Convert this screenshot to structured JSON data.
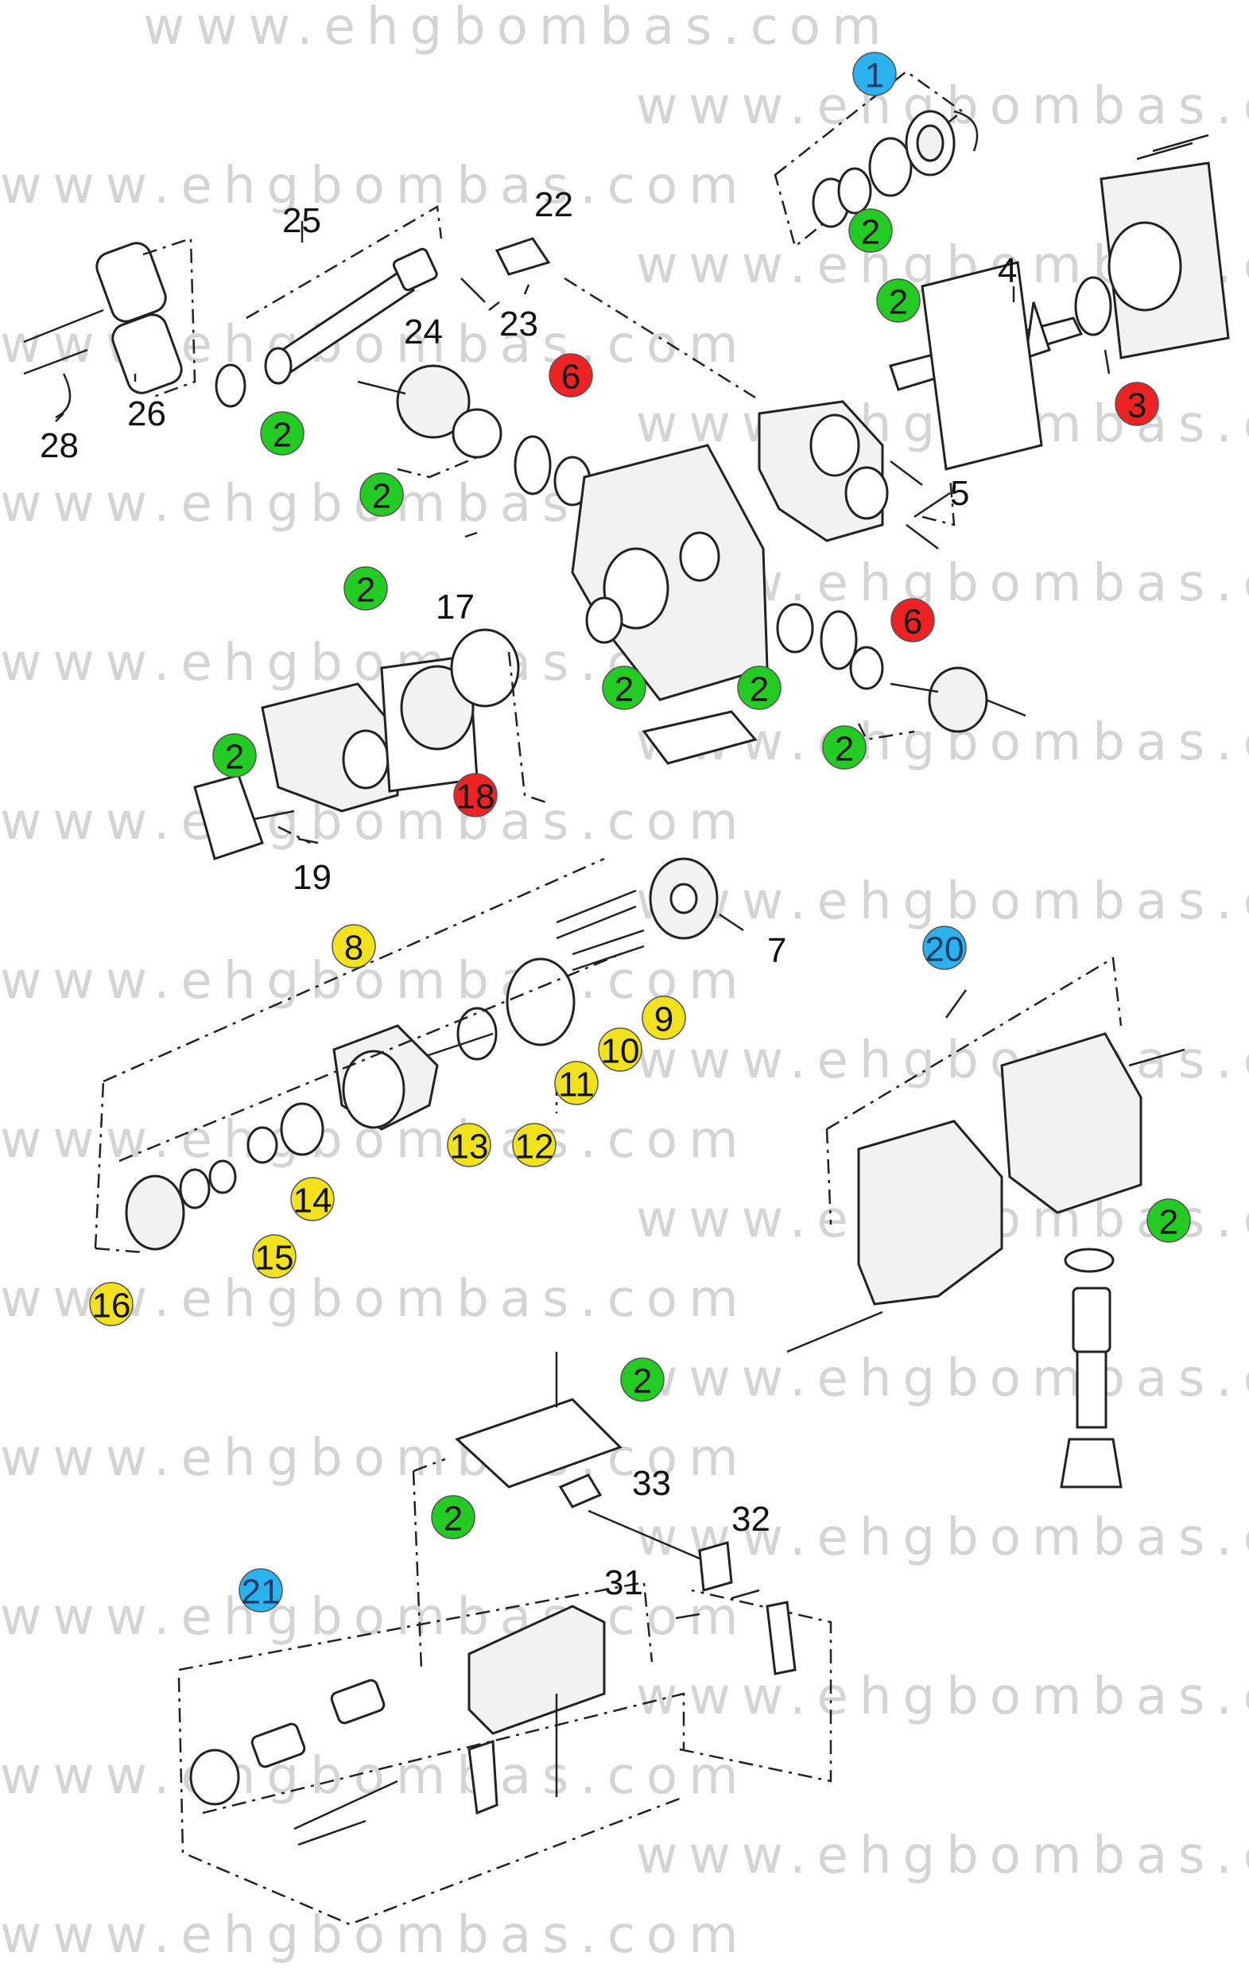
{
  "watermark": "www.ehgbombas.com",
  "colors": {
    "green": "#22cc22",
    "red": "#ee2222",
    "yellow": "#f2e21c",
    "blue": "#2ab2ee",
    "black": "#111111",
    "watermark": "#d4d4d4"
  },
  "badges": [
    {
      "id": "b1",
      "text": "1",
      "color": "blue"
    },
    {
      "id": "b2a",
      "text": "2",
      "color": "green"
    },
    {
      "id": "b2b",
      "text": "2",
      "color": "green"
    },
    {
      "id": "b3",
      "text": "3",
      "color": "red"
    },
    {
      "id": "b2c",
      "text": "2",
      "color": "green"
    },
    {
      "id": "b6a",
      "text": "6",
      "color": "red"
    },
    {
      "id": "b2d",
      "text": "2",
      "color": "green"
    },
    {
      "id": "b2e",
      "text": "2",
      "color": "green"
    },
    {
      "id": "b6b",
      "text": "6",
      "color": "red"
    },
    {
      "id": "b2f",
      "text": "2",
      "color": "green"
    },
    {
      "id": "b2g",
      "text": "2",
      "color": "green"
    },
    {
      "id": "b2h",
      "text": "2",
      "color": "green"
    },
    {
      "id": "b2i",
      "text": "2",
      "color": "green"
    },
    {
      "id": "b2j",
      "text": "2",
      "color": "green"
    },
    {
      "id": "b18",
      "text": "18",
      "color": "red"
    },
    {
      "id": "b8",
      "text": "8",
      "color": "yellow"
    },
    {
      "id": "b9",
      "text": "9",
      "color": "yellow"
    },
    {
      "id": "b10",
      "text": "10",
      "color": "yellow"
    },
    {
      "id": "b11",
      "text": "11",
      "color": "yellow"
    },
    {
      "id": "b13",
      "text": "13",
      "color": "yellow"
    },
    {
      "id": "b12",
      "text": "12",
      "color": "yellow"
    },
    {
      "id": "b14",
      "text": "14",
      "color": "yellow"
    },
    {
      "id": "b15",
      "text": "15",
      "color": "yellow"
    },
    {
      "id": "b16",
      "text": "16",
      "color": "yellow"
    },
    {
      "id": "b20",
      "text": "20",
      "color": "blue"
    },
    {
      "id": "b2k",
      "text": "2",
      "color": "green"
    },
    {
      "id": "b2l",
      "text": "2",
      "color": "green"
    },
    {
      "id": "b2m",
      "text": "2",
      "color": "green"
    },
    {
      "id": "b21",
      "text": "21",
      "color": "blue"
    }
  ],
  "labels": [
    {
      "id": "l22",
      "text": "22"
    },
    {
      "id": "l25",
      "text": "25"
    },
    {
      "id": "l4",
      "text": "4"
    },
    {
      "id": "l24",
      "text": "24"
    },
    {
      "id": "l23",
      "text": "23"
    },
    {
      "id": "l26",
      "text": "26"
    },
    {
      "id": "l28",
      "text": "28"
    },
    {
      "id": "l5",
      "text": "5"
    },
    {
      "id": "l17",
      "text": "17"
    },
    {
      "id": "l19",
      "text": "19"
    },
    {
      "id": "l7",
      "text": "7"
    },
    {
      "id": "l33",
      "text": "33"
    },
    {
      "id": "l32",
      "text": "32"
    },
    {
      "id": "l31",
      "text": "31"
    }
  ]
}
